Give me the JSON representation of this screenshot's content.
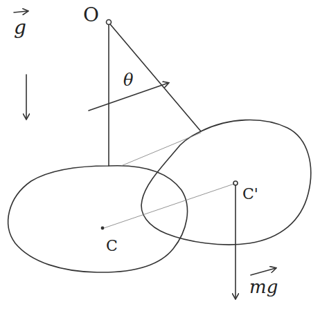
{
  "diagram": {
    "labels": [
      "O",
      "θ",
      "g",
      "C",
      "C'",
      "mg"
    ]
  }
}
